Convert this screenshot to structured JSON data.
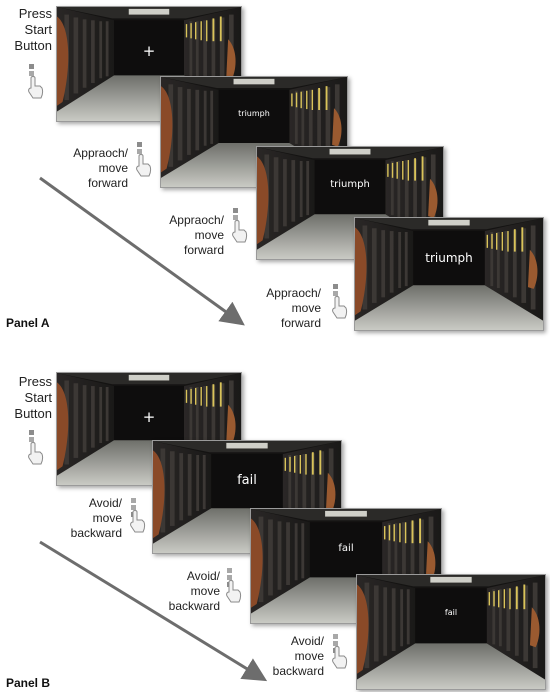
{
  "panels": [
    {
      "label": "Panel A",
      "start": {
        "line1": "Press",
        "line2": "Start",
        "line3": "Button"
      },
      "fixation": "+",
      "action": {
        "line1": "Appraoch/",
        "line2": "move",
        "line3": "forward"
      },
      "word": "triumph",
      "hand_icon": "hand-press-up-icon"
    },
    {
      "label": "Panel B",
      "start": {
        "line1": "Press",
        "line2": "Start",
        "line3": "Button"
      },
      "fixation": "+",
      "action": {
        "line1": "Avoid/",
        "line2": "move",
        "line3": "backward"
      },
      "word": "fail",
      "hand_icon": "hand-press-down-icon"
    }
  ],
  "colors": {
    "arrow": "#6d6d6d",
    "corridor": "#1c1b1a",
    "floor": "#b8b9b3"
  }
}
